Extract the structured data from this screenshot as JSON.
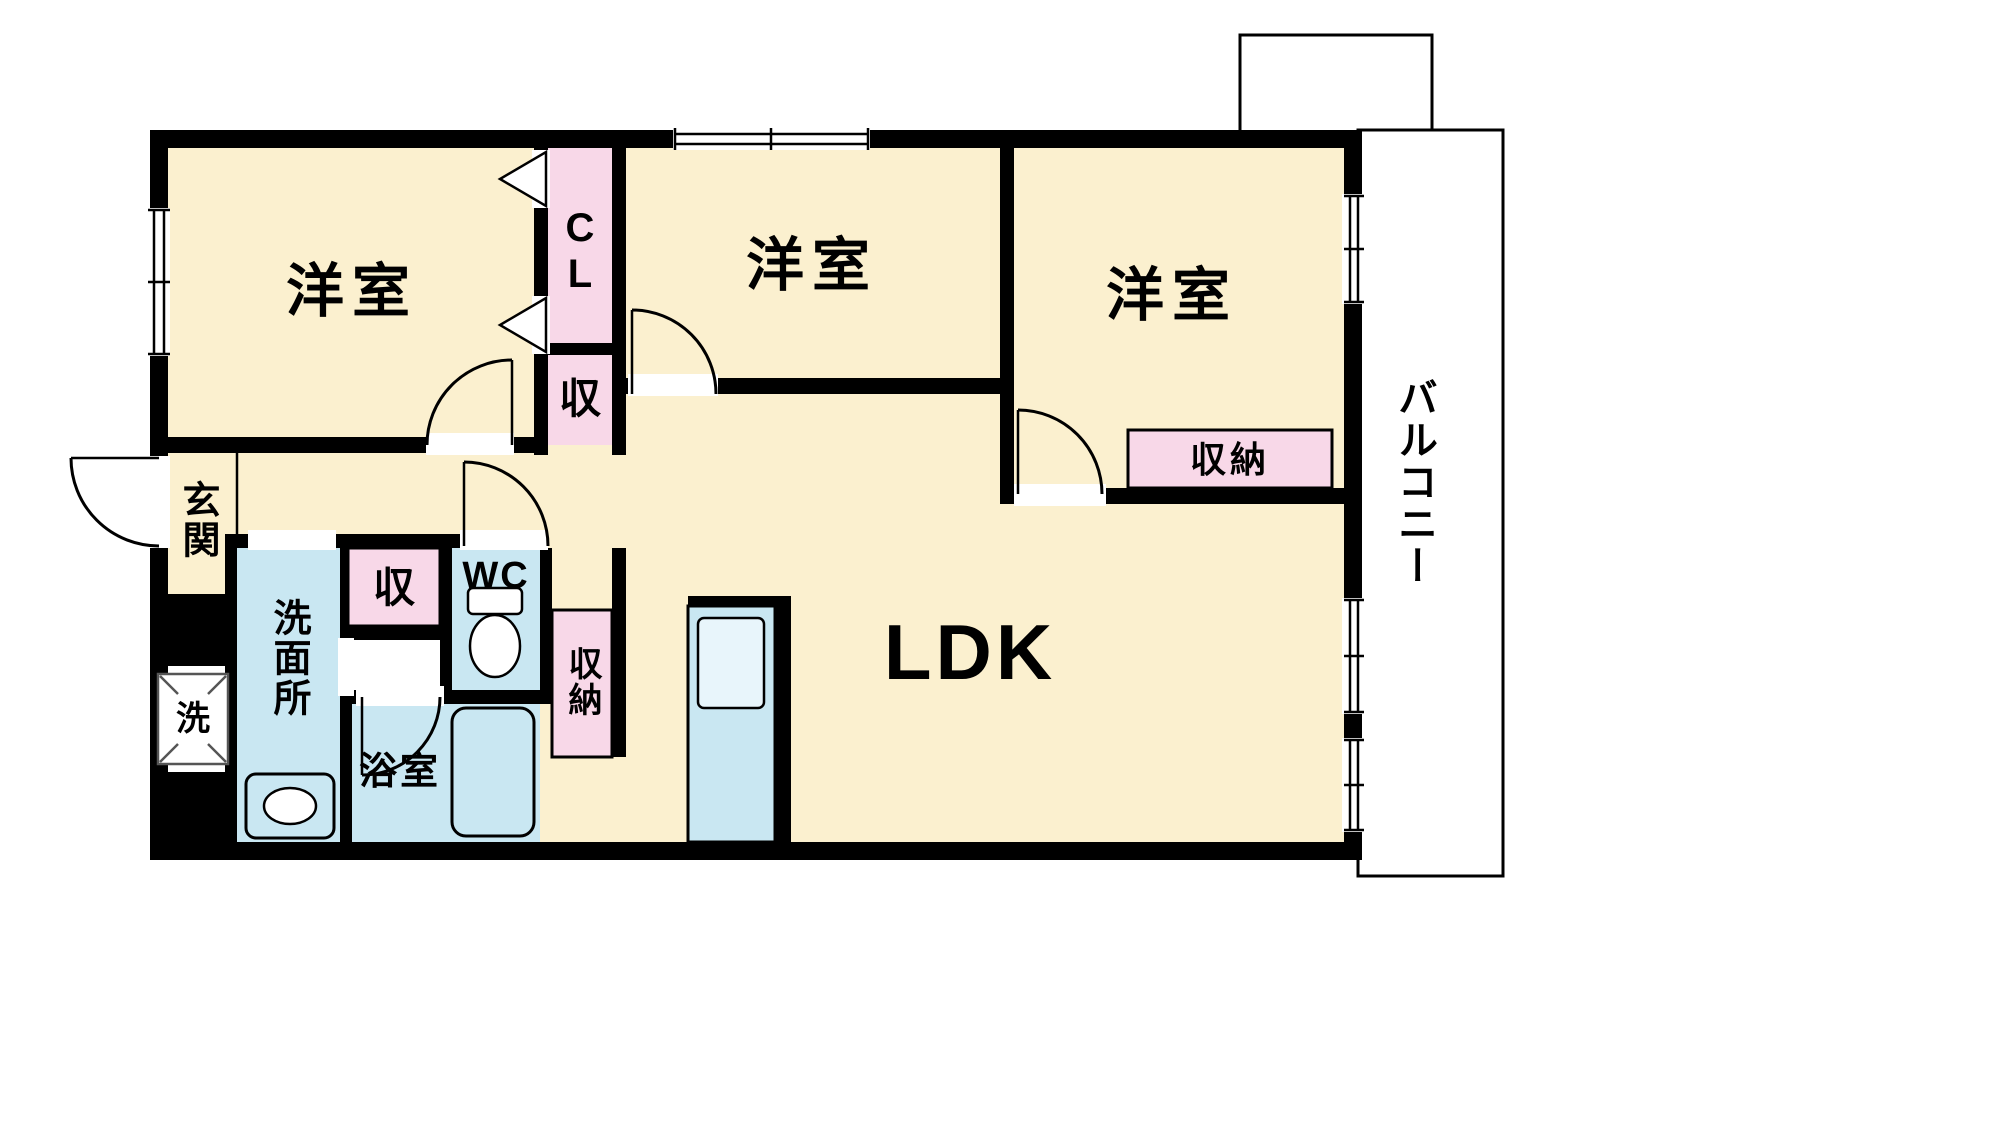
{
  "labels": {
    "west_room_1": "洋室",
    "west_room_2": "洋室",
    "west_room_3": "洋室",
    "closet": "CL",
    "storage_upper": "収",
    "storage_hall": "収",
    "storage_closet_tall": "収納",
    "storage_west_room_3": "収納",
    "ldk": "LDK",
    "entrance": "玄関",
    "washroom": "洗面所",
    "toilet": "WC",
    "bathroom": "浴室",
    "laundry": "洗",
    "balcony": "バルコニー"
  },
  "colors": {
    "room": "#FBF0CF",
    "storage": "#F8D8E8",
    "wet": "#C9E7F2",
    "wall": "#000000",
    "fixture_light": "#E8F5FB"
  }
}
